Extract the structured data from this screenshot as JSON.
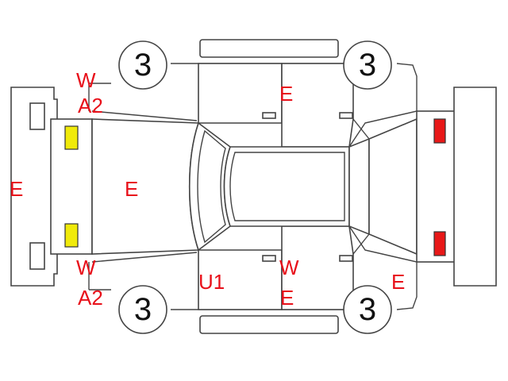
{
  "colors": {
    "outline": "#444444",
    "damage_text": "#e8101a",
    "yellow_lamp": "#f0ea0a",
    "red_lamp": "#e81818"
  },
  "wheels": {
    "front_left": "3",
    "rear_left": "3",
    "front_right": "3",
    "rear_right": "3"
  },
  "marks": {
    "front_bumper": "E",
    "hood": "E",
    "front_upper_w": "W",
    "front_upper_a2": "A2",
    "front_lower_w": "W",
    "front_lower_a2": "A2",
    "rear_top_door": "E",
    "front_bottom_door": "U1",
    "rear_bottom_door_w": "W",
    "rear_bottom_door_e": "E",
    "rear_quarter": "E"
  }
}
